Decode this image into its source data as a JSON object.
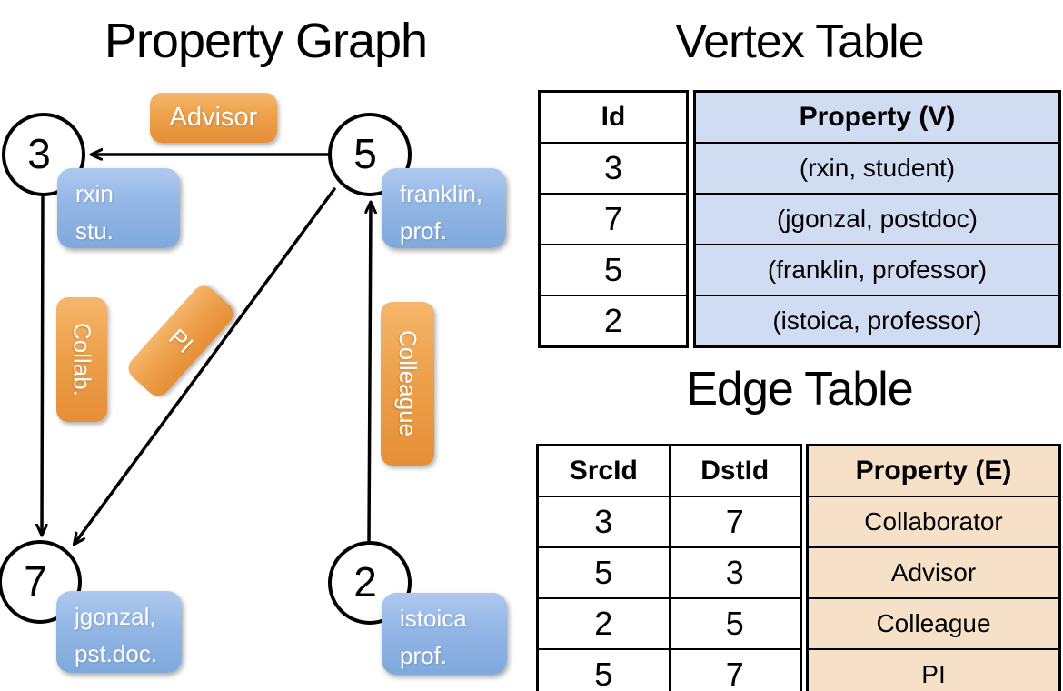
{
  "graph": {
    "title": "Property Graph",
    "nodes": [
      {
        "id": "3",
        "label_line1": "rxin",
        "label_line2": "stu."
      },
      {
        "id": "5",
        "label_line1": "franklin,",
        "label_line2": "prof."
      },
      {
        "id": "7",
        "label_line1": "jgonzal,",
        "label_line2": "pst.doc."
      },
      {
        "id": "2",
        "label_line1": "istoica",
        "label_line2": "prof."
      }
    ],
    "edge_labels": {
      "advisor": "Advisor",
      "collab": "Collab.",
      "pi": "PI",
      "colleague": "Colleague"
    }
  },
  "vertex_table": {
    "title": "Vertex Table",
    "headers": {
      "id": "Id",
      "property": "Property (V)"
    },
    "rows": [
      {
        "id": "3",
        "property": "(rxin, student)"
      },
      {
        "id": "7",
        "property": "(jgonzal, postdoc)"
      },
      {
        "id": "5",
        "property": "(franklin, professor)"
      },
      {
        "id": "2",
        "property": "(istoica, professor)"
      }
    ]
  },
  "edge_table": {
    "title": "Edge Table",
    "headers": {
      "src": "SrcId",
      "dst": "DstId",
      "property": "Property (E)"
    },
    "rows": [
      {
        "src": "3",
        "dst": "7",
        "property": "Collaborator"
      },
      {
        "src": "5",
        "dst": "3",
        "property": "Advisor"
      },
      {
        "src": "2",
        "dst": "5",
        "property": "Colleague"
      },
      {
        "src": "5",
        "dst": "7",
        "property": "PI"
      }
    ]
  },
  "colors": {
    "edge_label_orange": "#EDA14B",
    "node_label_blue": "#93B6E5",
    "vertex_property_fill": "#CFDCF2",
    "edge_property_fill": "#F6E0C8",
    "line_black": "#000000"
  }
}
